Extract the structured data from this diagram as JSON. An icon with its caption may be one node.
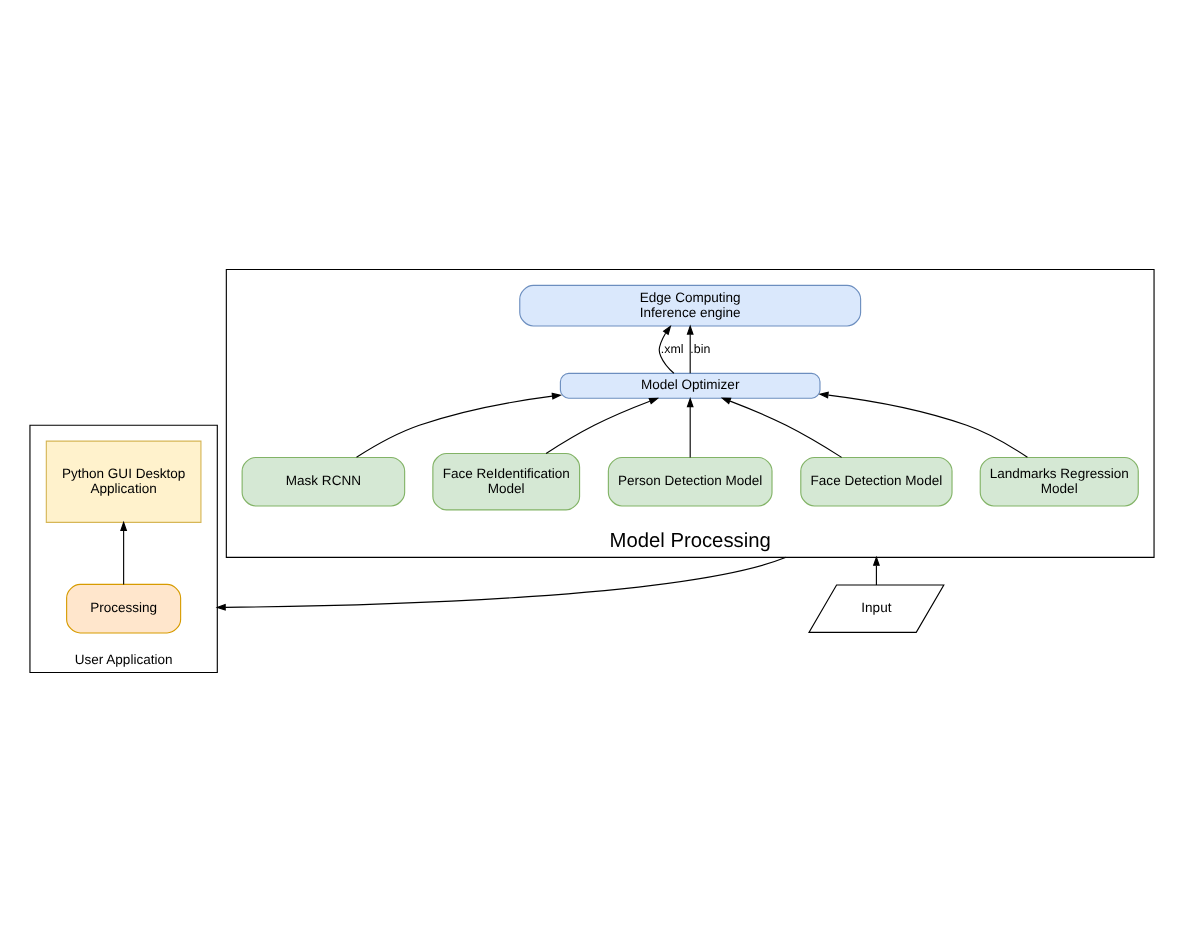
{
  "diagram": {
    "nodes": [
      {
        "text": [
          "Model Processing"
        ]
      },
      {
        "text": [
          "Edge Computing Inference engine"
        ],
        "in": 0
      },
      {
        "text": [
          "Model Optimizer"
        ],
        "in": 0
      },
      {
        "text": [
          "Landmarks Regression Model"
        ],
        "in": 0
      },
      {
        "text": [
          "Face Detection Model"
        ],
        "in": 0
      },
      {
        "text": [
          "Person Detection Model"
        ],
        "in": 0
      },
      {
        "text": [
          "Face ReIdentification Model"
        ],
        "in": 0
      },
      {
        "text": [
          "Mask RCNN"
        ],
        "in": 0
      },
      {
        "text": [
          "User Application"
        ]
      },
      {
        "text": [
          "Processing"
        ],
        "in": 8
      },
      {
        "text": [
          "Python GUI Desktop Application"
        ],
        "in": 8
      },
      {
        "text": [
          "Input"
        ]
      }
    ],
    "edges": [
      {
        "from": 2,
        "to": 1,
        "arrow": "to",
        "label": ".xml"
      },
      {
        "from": 2,
        "to": 1,
        "arrow": "to",
        "label": ".bin"
      },
      {
        "from": 3,
        "to": 2,
        "arrow": "to"
      },
      {
        "from": 4,
        "to": 2,
        "arrow": "to"
      },
      {
        "from": 5,
        "to": 2,
        "arrow": "to"
      },
      {
        "from": 6,
        "to": 2,
        "arrow": "to"
      },
      {
        "from": 7,
        "to": 2,
        "arrow": "to"
      },
      {
        "from": 0,
        "to": 8,
        "arrow": "to"
      },
      {
        "from": 9,
        "to": 10,
        "arrow": "to"
      },
      {
        "from": 11,
        "to": 0,
        "arrow": "to"
      }
    ]
  }
}
